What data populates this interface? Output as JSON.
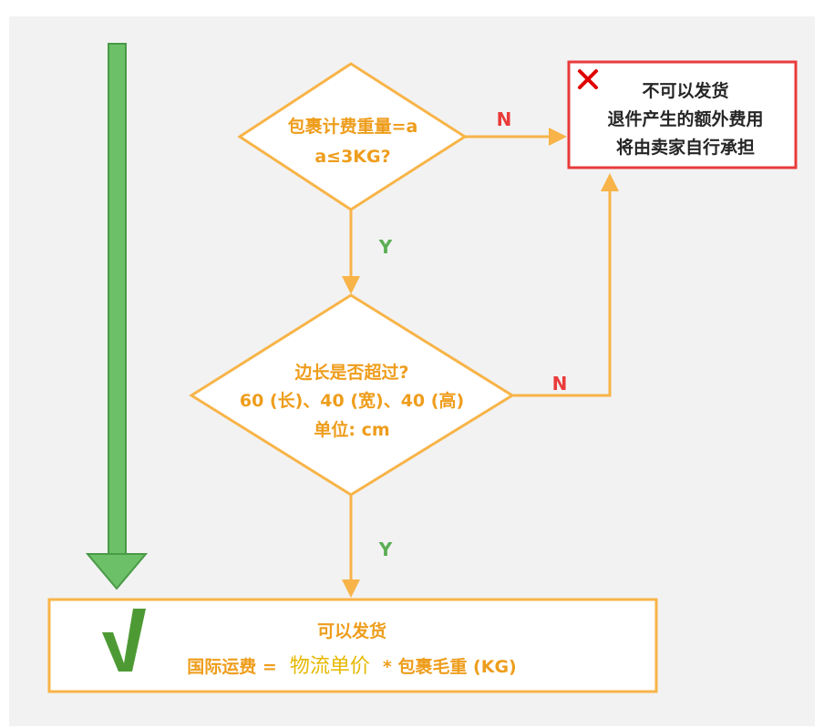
{
  "diagram": {
    "decision1": {
      "line1": "包裹计费重量=a",
      "line2": "a≤3KG?"
    },
    "decision2": {
      "line1": "边长是否超过?",
      "line2": "60 (长)、40 (宽)、40 (高)",
      "line3": "单位: cm"
    },
    "reject_box": {
      "icon": "cross-icon",
      "line1": "不可以发货",
      "line2": "退件产生的额外费用",
      "line3": "将由卖家自行承担"
    },
    "accept_box": {
      "icon": "check-icon",
      "line1": "可以发货",
      "formula_part1": "国际运费 =",
      "formula_part2": "物流单价",
      "formula_part3": "* 包裹毛重 (KG)"
    },
    "labels": {
      "n1": "N",
      "n2": "N",
      "y1": "Y",
      "y2": "Y"
    },
    "colors": {
      "background": "#f2f2f2",
      "orange": "#f8b448",
      "orange_text": "#ee9d1c",
      "green": "#5aae54",
      "red": "#ea3b3b",
      "formula_gold": "#e6b800"
    }
  }
}
